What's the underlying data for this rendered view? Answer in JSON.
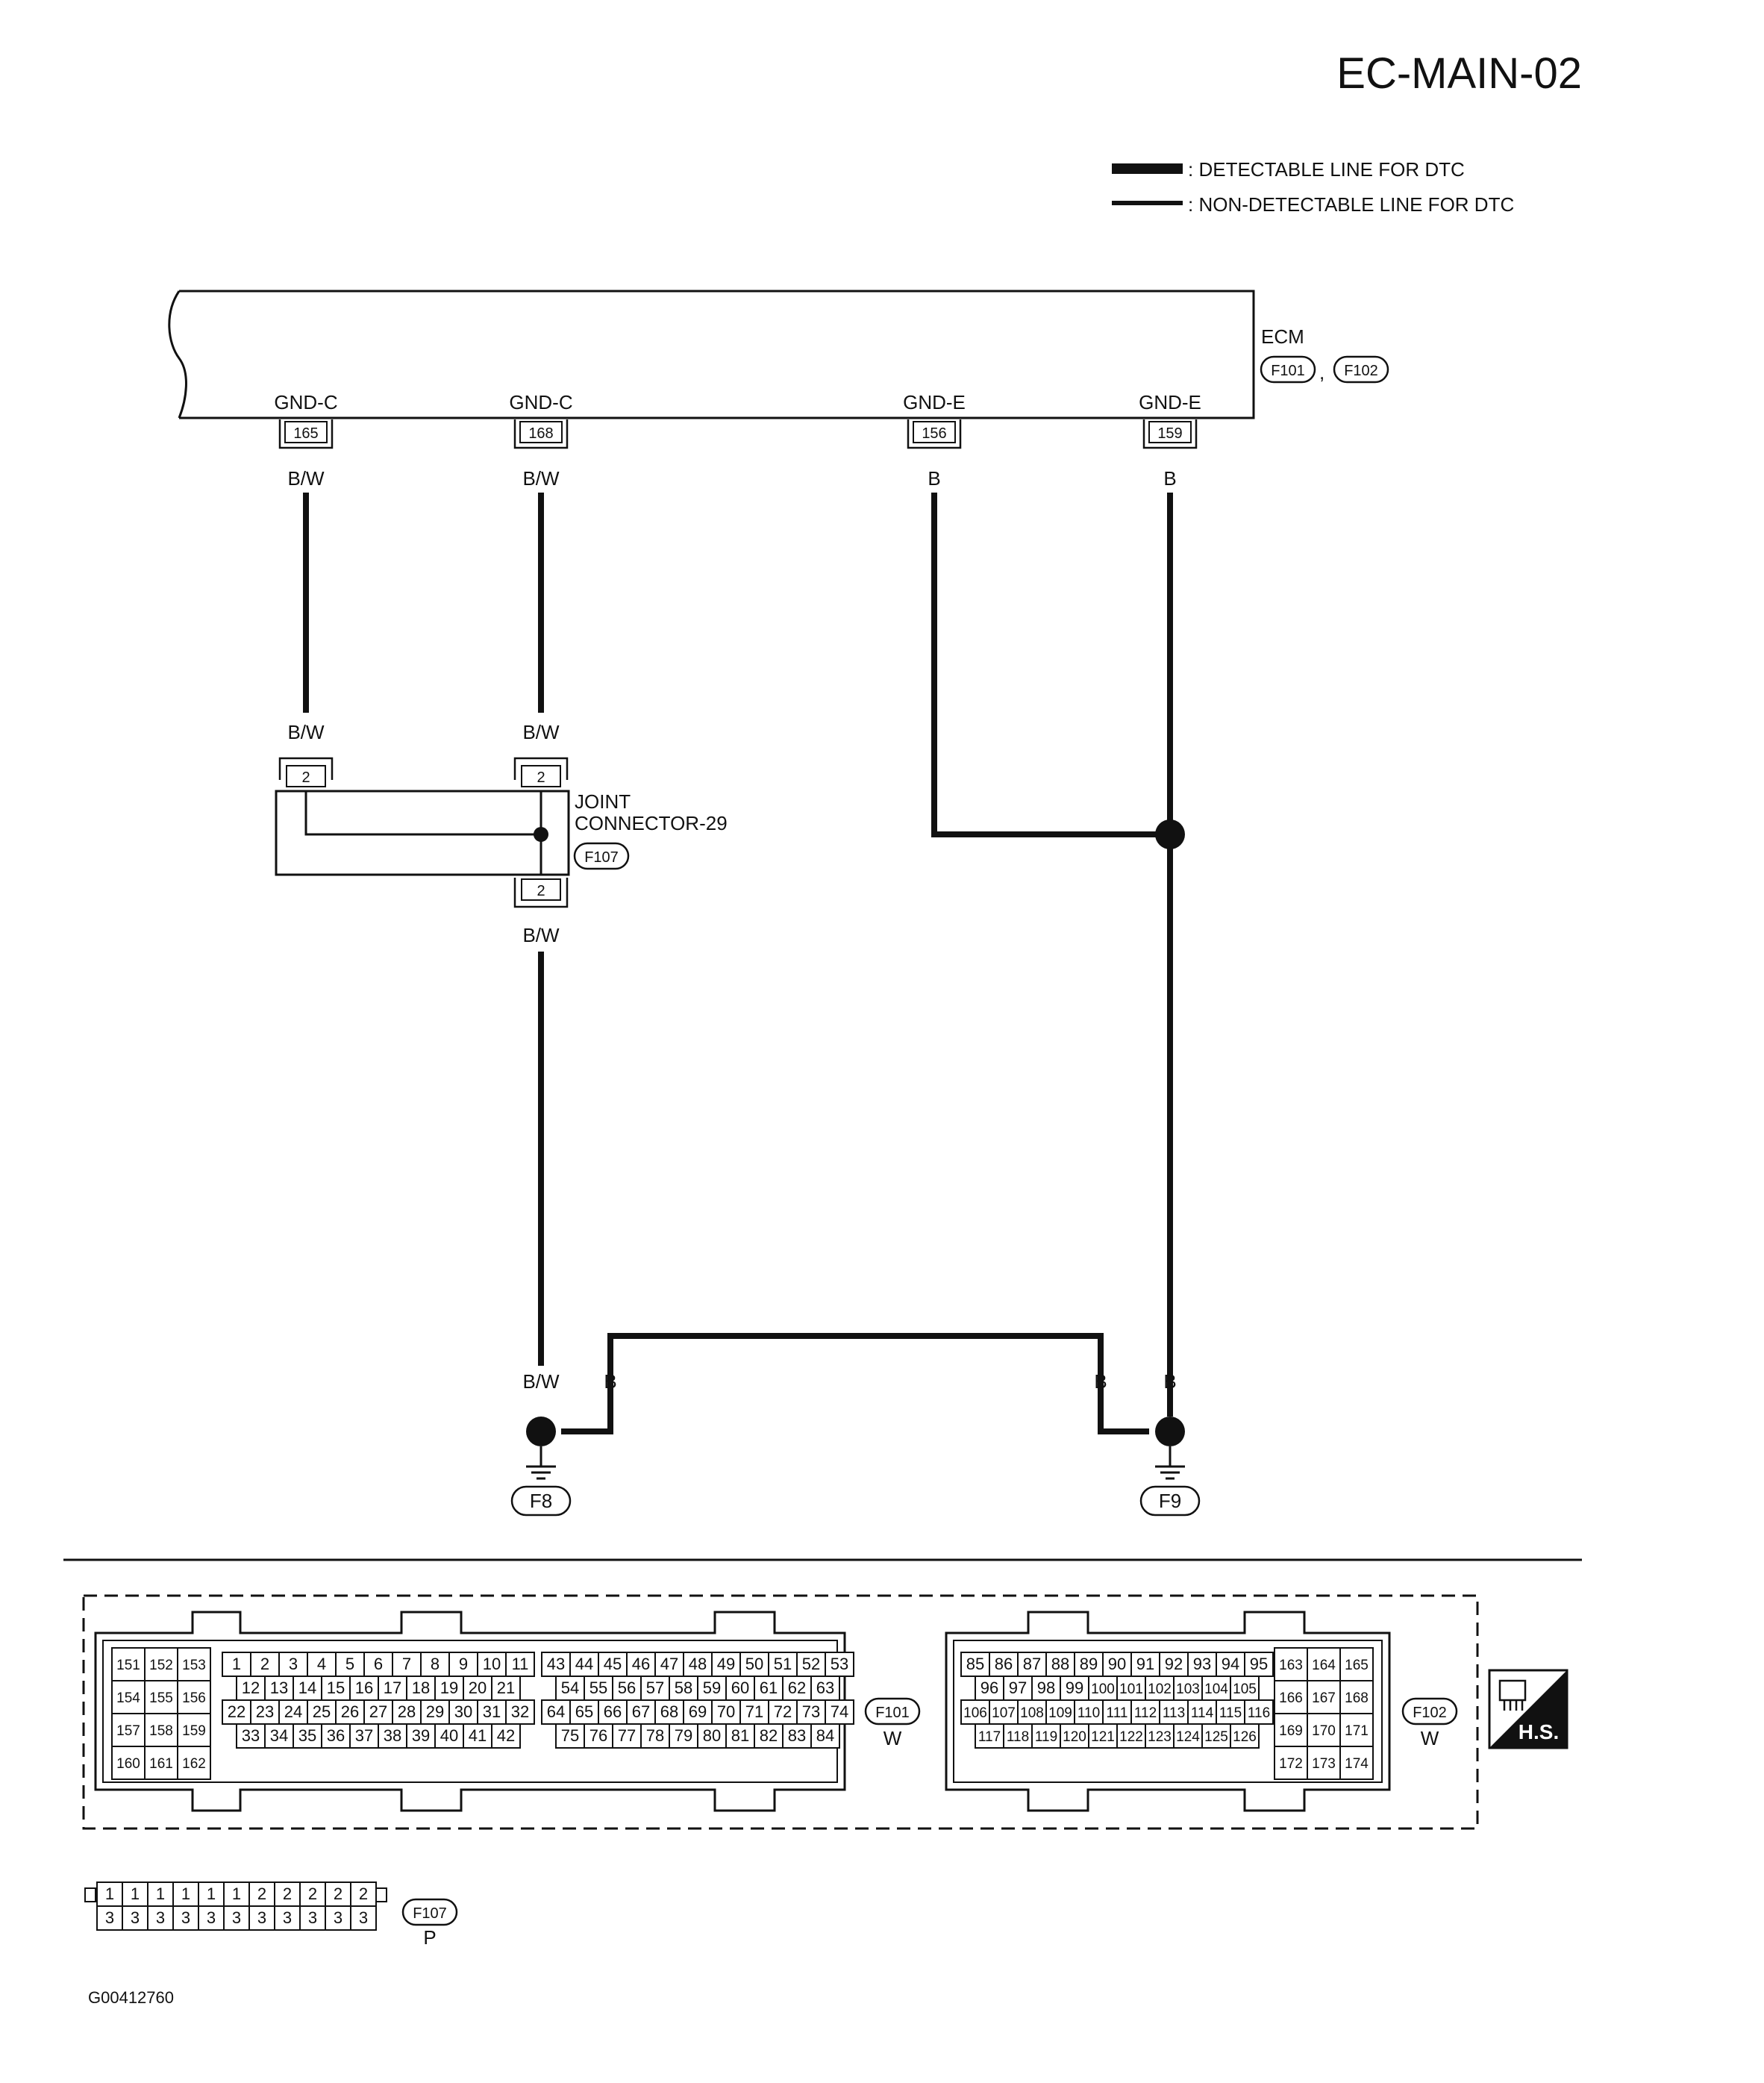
{
  "page_title": "EC-MAIN-02",
  "legend": [
    {
      "text": ": DETECTABLE LINE FOR DTC"
    },
    {
      "text": ": NON-DETECTABLE LINE FOR DTC"
    }
  ],
  "ecm": {
    "label": "ECM",
    "connectors": [
      "F101",
      "F102"
    ],
    "separator": ","
  },
  "ecm_terminals": [
    {
      "name": "GND-C",
      "pin": "165",
      "wire_top": "B/W"
    },
    {
      "name": "GND-C",
      "pin": "168",
      "wire_top": "B/W"
    },
    {
      "name": "GND-E",
      "pin": "156",
      "wire_top": "B"
    },
    {
      "name": "GND-E",
      "pin": "159",
      "wire_top": "B"
    }
  ],
  "joint": {
    "label_line1": "JOINT",
    "label_line2": "CONNECTOR-29",
    "connector": "F107",
    "left_pin": "2",
    "right_pin": "2",
    "bottom_pin": "2",
    "left_wire": "B/W",
    "right_wire": "B/W",
    "out_wire": "B/W"
  },
  "grounds": {
    "f8": {
      "label": "F8",
      "wire_left": "B/W",
      "wire_right": "B"
    },
    "f9": {
      "label": "F9",
      "wire_left": "B",
      "wire_right": "B"
    }
  },
  "connector_f101": {
    "label": "F101",
    "color": "W",
    "left_block": [
      [
        "151",
        "152",
        "153"
      ],
      [
        "154",
        "155",
        "156"
      ],
      [
        "157",
        "158",
        "159"
      ],
      [
        "160",
        "161",
        "162"
      ]
    ],
    "mid_rows": [
      [
        "1",
        "2",
        "3",
        "4",
        "5",
        "6",
        "7",
        "8",
        "9",
        "10",
        "11"
      ],
      [
        "12",
        "13",
        "14",
        "15",
        "16",
        "17",
        "18",
        "19",
        "20",
        "21"
      ],
      [
        "22",
        "23",
        "24",
        "25",
        "26",
        "27",
        "28",
        "29",
        "30",
        "31",
        "32"
      ],
      [
        "33",
        "34",
        "35",
        "36",
        "37",
        "38",
        "39",
        "40",
        "41",
        "42"
      ]
    ],
    "right_rows": [
      [
        "43",
        "44",
        "45",
        "46",
        "47",
        "48",
        "49",
        "50",
        "51",
        "52",
        "53"
      ],
      [
        "54",
        "55",
        "56",
        "57",
        "58",
        "59",
        "60",
        "61",
        "62",
        "63"
      ],
      [
        "64",
        "65",
        "66",
        "67",
        "68",
        "69",
        "70",
        "71",
        "72",
        "73",
        "74"
      ],
      [
        "75",
        "76",
        "77",
        "78",
        "79",
        "80",
        "81",
        "82",
        "83",
        "84"
      ]
    ]
  },
  "connector_f102": {
    "label": "F102",
    "color": "W",
    "left_rows": [
      [
        "85",
        "86",
        "87",
        "88",
        "89",
        "90",
        "91",
        "92",
        "93",
        "94",
        "95"
      ],
      [
        "96",
        "97",
        "98",
        "99",
        "100",
        "101",
        "102",
        "103",
        "104",
        "105"
      ],
      [
        "106",
        "107",
        "108",
        "109",
        "110",
        "111",
        "112",
        "113",
        "114",
        "115",
        "116"
      ],
      [
        "117",
        "118",
        "119",
        "120",
        "121",
        "122",
        "123",
        "124",
        "125",
        "126"
      ]
    ],
    "right_block": [
      [
        "163",
        "164",
        "165"
      ],
      [
        "166",
        "167",
        "168"
      ],
      [
        "169",
        "170",
        "171"
      ],
      [
        "172",
        "173",
        "174"
      ]
    ]
  },
  "connector_f107": {
    "label": "F107",
    "color": "P",
    "top_row": [
      "1",
      "1",
      "1",
      "1",
      "1",
      "1",
      "2",
      "2",
      "2",
      "2",
      "2"
    ],
    "bottom_row": [
      "3",
      "3",
      "3",
      "3",
      "3",
      "3",
      "3",
      "3",
      "3",
      "3",
      "3"
    ]
  },
  "hs_badge": "H.S.",
  "footer_code": "G00412760"
}
